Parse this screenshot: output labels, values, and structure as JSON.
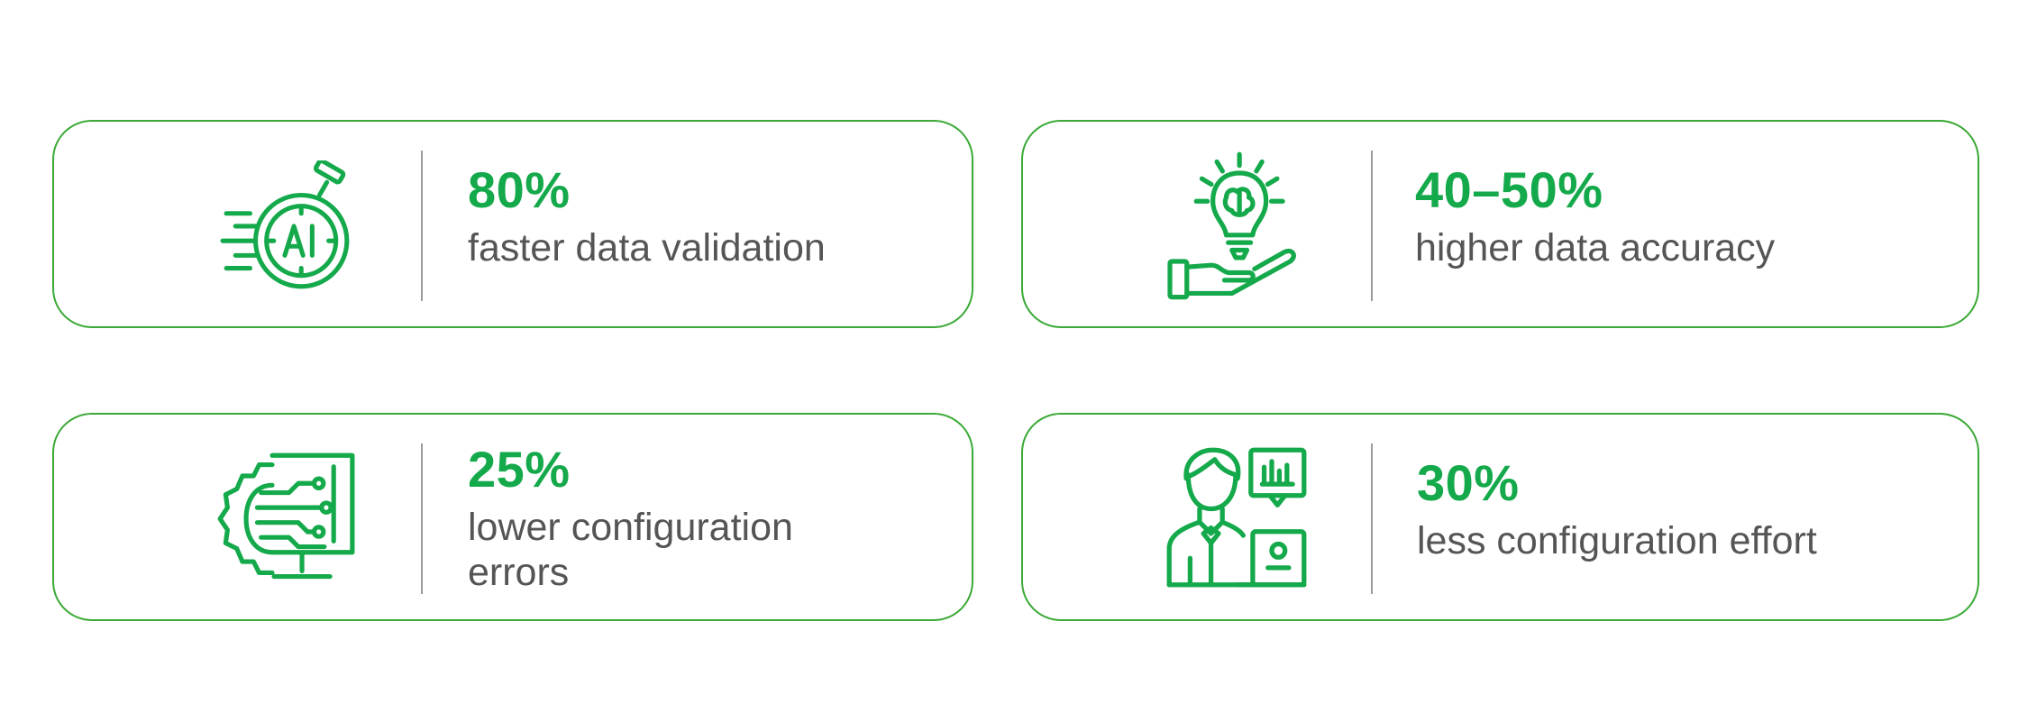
{
  "metrics": [
    {
      "value": "80%",
      "label": "faster data validation",
      "icon": "ai-stopwatch-icon"
    },
    {
      "value": "40–50%",
      "label": "higher data accuracy",
      "icon": "lightbulb-brain-hand-icon"
    },
    {
      "value": "25%",
      "label": "lower configuration errors",
      "icon": "gear-circuit-monitor-icon"
    },
    {
      "value": "30%",
      "label": "less configuration effort",
      "icon": "person-laptop-chart-icon"
    }
  ],
  "colors": {
    "accent": "#14a94a",
    "border": "#3aa935",
    "text": "#555555",
    "divider": "#9a9a9a"
  }
}
